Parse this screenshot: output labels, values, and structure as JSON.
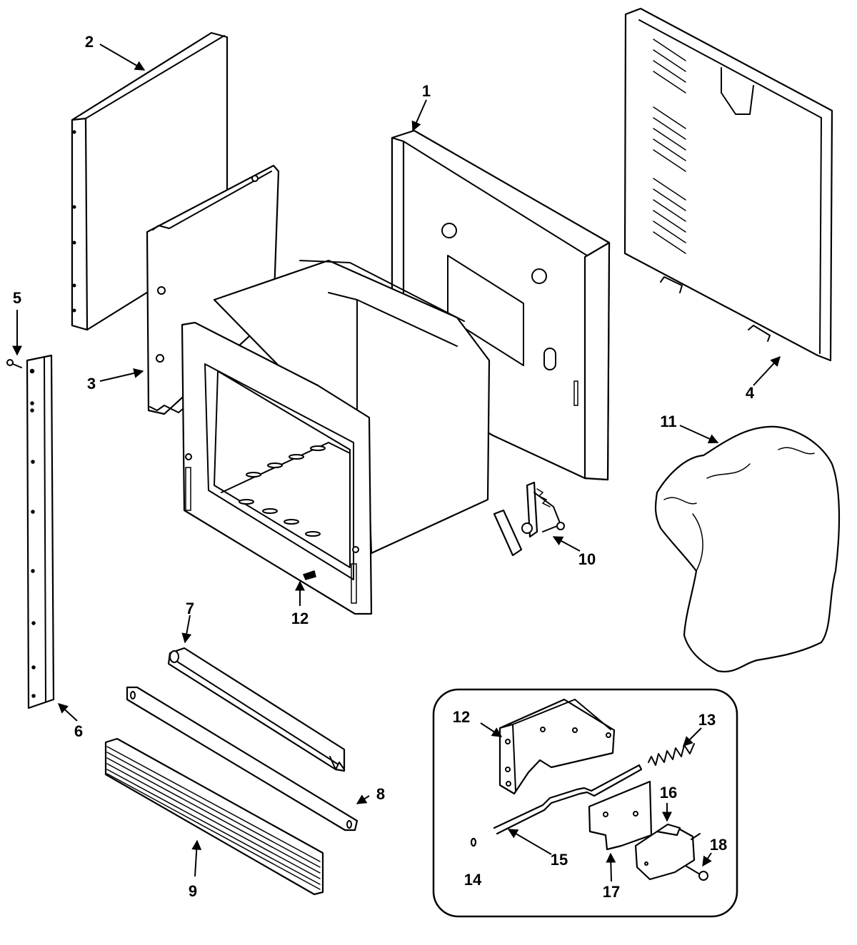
{
  "callouts": {
    "c1": "1",
    "c2": "2",
    "c3": "3",
    "c4": "4",
    "c5": "5",
    "c6": "6",
    "c7": "7",
    "c8": "8",
    "c9": "9",
    "c10": "10",
    "c11": "11",
    "c12_main": "12",
    "c12_inset": "12",
    "c13": "13",
    "c14": "14",
    "c15": "15",
    "c16": "16",
    "c17": "17",
    "c18": "18"
  }
}
